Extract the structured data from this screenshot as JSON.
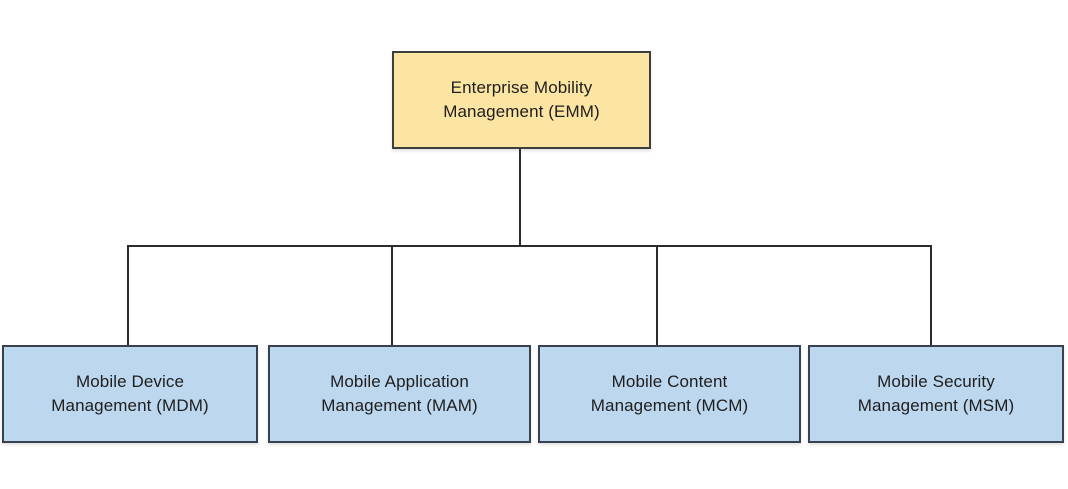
{
  "diagram": {
    "type": "org-chart",
    "root": {
      "id": "EMM",
      "label": "Enterprise Mobility Management (EMM)",
      "lines": [
        "Enterprise Mobility",
        "Management (EMM)"
      ],
      "fill": "#FCE5A2",
      "border": "#3E3E3E"
    },
    "children": [
      {
        "id": "MDM",
        "label": "Mobile Device Management (MDM)",
        "lines": [
          "Mobile Device",
          "Management (MDM)"
        ]
      },
      {
        "id": "MAM",
        "label": "Mobile Application Management (MAM)",
        "lines": [
          "Mobile Application",
          "Management (MAM)"
        ]
      },
      {
        "id": "MCM",
        "label": "Mobile Content Management (MCM)",
        "lines": [
          "Mobile Content",
          "Management (MCM)"
        ]
      },
      {
        "id": "MSM",
        "label": "Mobile Security Management (MSM)",
        "lines": [
          "Mobile Security",
          "Management (MSM)"
        ]
      }
    ],
    "styles": {
      "child_fill": "#BDD7EE",
      "child_border": "#37414F",
      "connector_color": "#2B2B2B",
      "text_color": "#1E1E1E",
      "background": "#FFFFFF"
    }
  }
}
